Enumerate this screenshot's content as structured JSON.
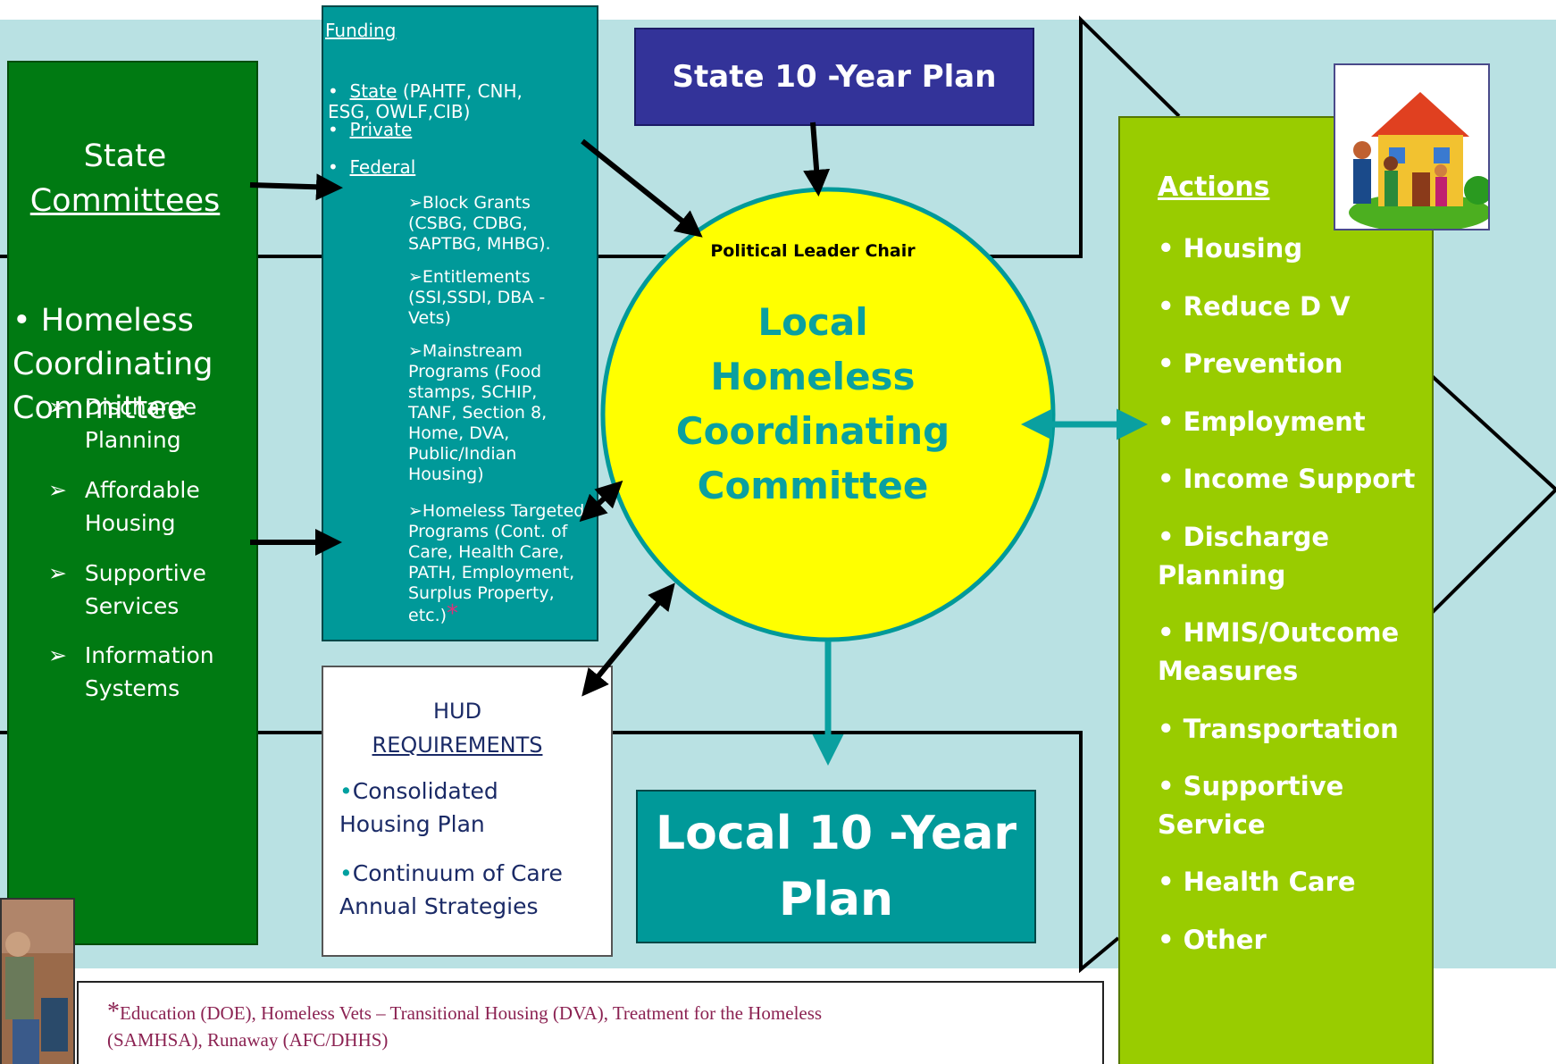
{
  "colors": {
    "background_band": "#b9e1e3",
    "state_committees": "#007a12",
    "funding": "#009999",
    "state_plan": "#333399",
    "circle_fill": "#ffff00",
    "circle_stroke": "#009999",
    "circle_text": "#0aa0a0",
    "actions": "#99cc00",
    "local_plan": "#009999",
    "footnote_text": "#8b2252"
  },
  "state_committees": {
    "title_line1": "State",
    "title_line2": "Committees",
    "main_item": "• Homeless\nCoordinating\nCommittee",
    "sub_items": [
      {
        "label": "Discharge\nPlanning"
      },
      {
        "label": "Affordable\nHousing"
      },
      {
        "label": "Supportive\nServices"
      },
      {
        "label": "Information\nSystems"
      }
    ],
    "arrow_bullet": "➢"
  },
  "funding": {
    "heading": "Funding",
    "bullet": "•",
    "state_label": "State",
    "state_detail": " (PAHTF, CNH,\nESG, OWLF,CIB)",
    "private_label": "Private",
    "federal_label": "Federal",
    "arrow_bullet": "➢",
    "nested": [
      "Block Grants\n(CSBG, CDBG,\nSAPTBG, MHBG).",
      "Entitlements\n(SSI,SSDI, DBA     -\nVets)",
      "Mainstream\nPrograms (Food\nstamps, SCHIP,\nTANF, Section 8,\nHome, DVA,\nPublic/Indian\nHousing)",
      "Homeless Targeted\nPrograms (Cont. of\nCare, Health Care,\nPATH, Employment,\nSurplus Property,\netc.)"
    ],
    "asterisk": "*"
  },
  "state_plan": {
    "label": "State 10   -Year Plan"
  },
  "circle": {
    "chair_label": "Political Leader  Chair",
    "title": "Local\nHomeless\nCoordinating\nCommittee"
  },
  "hud": {
    "title_line1": "HUD",
    "title_line2": "REQUIREMENTS",
    "items": [
      "Consolidated\nHousing Plan",
      "Continuum of Care\nAnnual Strategies"
    ],
    "dot": "•"
  },
  "local_plan": {
    "label": "Local 10    -Year\nPlan"
  },
  "actions": {
    "title": "Actions",
    "items": [
      "• Housing",
      "• Reduce D V",
      "• Prevention",
      "• Employment",
      "• Income Support",
      "• Discharge\n   Planning",
      "• HMIS/Outcome\n   Measures",
      "• Transportation",
      "• Supportive\n   Service",
      "• Health Care",
      "• Other"
    ]
  },
  "footnote": {
    "star": "*",
    "text": "Education (DOE), Homeless Vets     – Transitional Housing (DVA), Treatment for the Homeless\n(SAMHSA), Runaway (AFC/DHHS)"
  },
  "pictures": {
    "top_right": "family-house-illustration",
    "bottom_left": "homeless-person-photo"
  }
}
